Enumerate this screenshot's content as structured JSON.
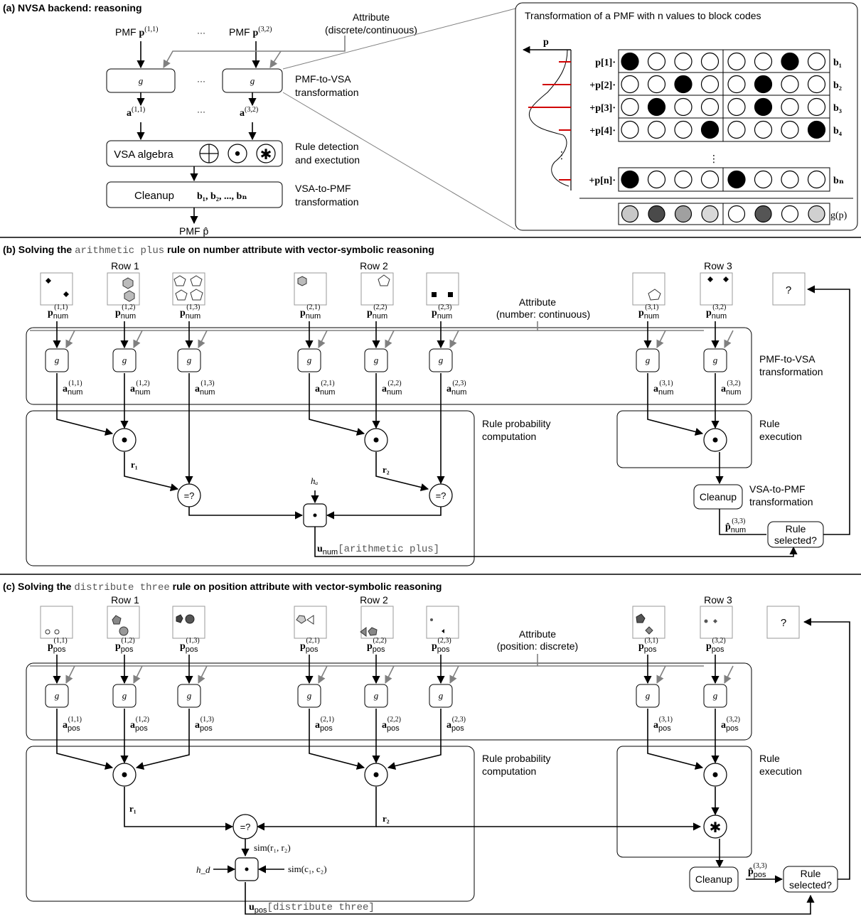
{
  "panel_a": {
    "title": "(a) NVSA backend: reasoning",
    "pmf_label": "PMF",
    "pmf_sup_first": "(1,1)",
    "pmf_sup_last": "(3,2)",
    "ellipsis": "···",
    "attribute_line1": "Attribute",
    "attribute_line2": "(discrete/continuous)",
    "g": "g",
    "pmf_to_vsa_line1": "PMF-to-VSA",
    "pmf_to_vsa_line2": "transformation",
    "a_sup_first": "(1,1)",
    "a_sup_last": "(3,2)",
    "vsa_algebra": "VSA algebra",
    "rule_detect_line1": "Rule detection",
    "rule_detect_line2": "and exectution",
    "cleanup": "Cleanup",
    "cleanup_codes": "b₁, b₂, ..., bₙ",
    "vsa_to_pmf_line1": "VSA-to-PMF",
    "vsa_to_pmf_line2": "transformation",
    "pmf_hat": "PMF p̂"
  },
  "inset": {
    "title": "Transformation of a PMF with n values to block codes",
    "axis_p": "p",
    "rows": [
      {
        "coef": "p[1]·",
        "code": "b₁",
        "filled": [
          1,
          0,
          0,
          0,
          0,
          0,
          1,
          0
        ]
      },
      {
        "coef": "+p[2]·",
        "code": "b₂",
        "filled": [
          0,
          0,
          1,
          0,
          0,
          1,
          0,
          0
        ]
      },
      {
        "coef": "+p[3]·",
        "code": "b₃",
        "filled": [
          0,
          1,
          0,
          0,
          0,
          1,
          0,
          0
        ]
      },
      {
        "coef": "+p[4]·",
        "code": "b₄",
        "filled": [
          0,
          0,
          0,
          1,
          0,
          0,
          0,
          1
        ]
      },
      {
        "coef": "+p[n]·",
        "code": "bₙ",
        "filled": [
          1,
          0,
          0,
          0,
          1,
          0,
          0,
          0
        ]
      }
    ],
    "vdots": "⋮",
    "result_label": "g(p)",
    "result_shades": [
      "#c8c8c8",
      "#4a4a4a",
      "#a0a0a0",
      "#d8d8d8",
      "#ffffff",
      "#555555",
      "#ffffff",
      "#d0d0d0"
    ]
  },
  "panel_b": {
    "title_prefix": "(b) Solving the",
    "title_rule": "arithmetic plus",
    "title_suffix": "rule on number attribute with vector-symbolic reasoning",
    "rows": [
      "Row 1",
      "Row 2",
      "Row 3"
    ],
    "sub": "num",
    "indices": [
      "(1,1)",
      "(1,2)",
      "(1,3)",
      "(2,1)",
      "(2,2)",
      "(2,3)",
      "(3,1)",
      "(3,2)"
    ],
    "attribute_line1": "Attribute",
    "attribute_line2": "(number: continuous)",
    "question": "?",
    "pmf_to_vsa_line1": "PMF-to-VSA",
    "pmf_to_vsa_line2": "transformation",
    "rule_prob_line1": "Rule probability",
    "rule_prob_line2": "computation",
    "rule_exec_line1": "Rule",
    "rule_exec_line2": "execution",
    "r1": "r₁",
    "r2": "r₂",
    "eq": "=?",
    "h": "hₐ",
    "cleanup": "Cleanup",
    "vsa_to_pmf_line1": "VSA-to-PMF",
    "vsa_to_pmf_line2": "transformation",
    "phat_sup": "(3,3)",
    "rule_selected_line1": "Rule",
    "rule_selected_line2": "selected?",
    "u_label": "[arithmetic plus]"
  },
  "panel_c": {
    "title_prefix": "(c) Solving the",
    "title_rule": "distribute three",
    "title_suffix": "rule on position attribute with vector-symbolic reasoning",
    "rows": [
      "Row 1",
      "Row 2",
      "Row 3"
    ],
    "sub": "pos",
    "indices": [
      "(1,1)",
      "(1,2)",
      "(1,3)",
      "(2,1)",
      "(2,2)",
      "(2,3)",
      "(3,1)",
      "(3,2)"
    ],
    "attribute_line1": "Attribute",
    "attribute_line2": "(position: discrete)",
    "question": "?",
    "rule_prob_line1": "Rule probability",
    "rule_prob_line2": "computation",
    "rule_exec_line1": "Rule",
    "rule_exec_line2": "execution",
    "r1": "r₁",
    "r2": "r₂",
    "eq": "=?",
    "sim_r": "sim(r₁, r₂)",
    "sim_c": "sim(c₁, c₂)",
    "h": "h_d",
    "cleanup": "Cleanup",
    "phat_sup": "(3,3)",
    "rule_selected_line1": "Rule",
    "rule_selected_line2": "selected?",
    "u_label": "[distribute three]"
  }
}
